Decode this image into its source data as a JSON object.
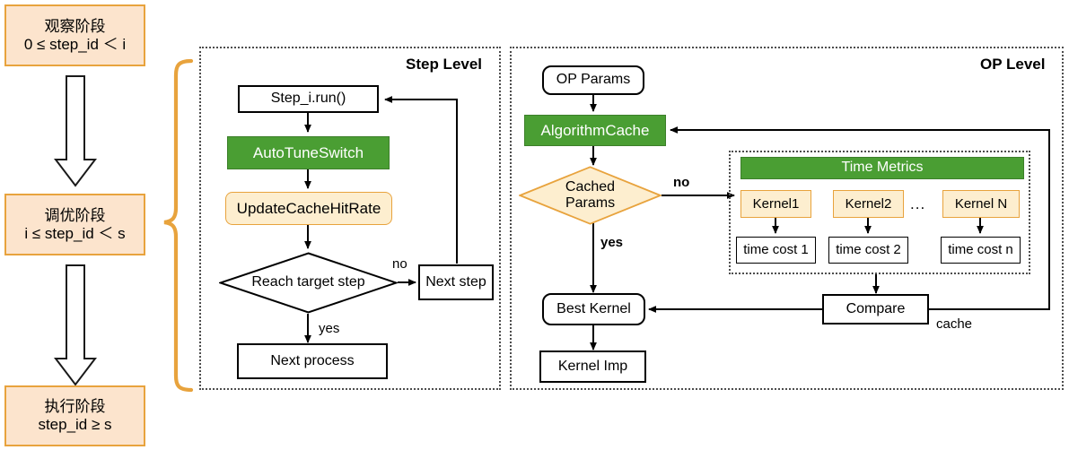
{
  "diagram": {
    "title_step_level": "Step Level",
    "title_op_level": "OP Level",
    "colors": {
      "cream_fill": "#fce4cd",
      "cream_border": "#e8a33d",
      "green_fill": "#4a9e33",
      "light_cream_fill": "#fdeecf",
      "brace": "#e8a33d",
      "black": "#000000"
    }
  },
  "phases": {
    "observe": {
      "line1": "观察阶段",
      "line2": "0 ≤ step_id ＜ i"
    },
    "tune": {
      "line1": "调优阶段",
      "line2": "i ≤ step_id ＜ s"
    },
    "execute": {
      "line1": "执行阶段",
      "line2": "step_id ≥ s"
    }
  },
  "step_level": {
    "title": "Step Level",
    "nodes": {
      "step_run": "Step_i.run()",
      "auto_tune_switch": "AutoTuneSwitch",
      "update_cache_hit_rate": "UpdateCacheHitRate",
      "reach_target_step": "Reach target step",
      "next_step": "Next step",
      "next_process": "Next process"
    },
    "labels": {
      "no": "no",
      "yes": "yes"
    }
  },
  "op_level": {
    "title": "OP Level",
    "nodes": {
      "op_params": "OP Params",
      "algorithm_cache": "AlgorithmCache",
      "cached_params_l1": "Cached",
      "cached_params_l2": "Params",
      "best_kernel": "Best Kernel",
      "kernel_imp": "Kernel Imp",
      "compare": "Compare",
      "time_metrics": "Time Metrics"
    },
    "kernels": [
      {
        "name": "Kernel1",
        "cost": "time cost 1"
      },
      {
        "name": "Kernel2",
        "cost": "time cost 2"
      },
      {
        "name": "Kernel N",
        "cost": "time cost n"
      }
    ],
    "ellipsis": "...",
    "labels": {
      "no": "no",
      "yes": "yes",
      "cache": "cache"
    }
  }
}
